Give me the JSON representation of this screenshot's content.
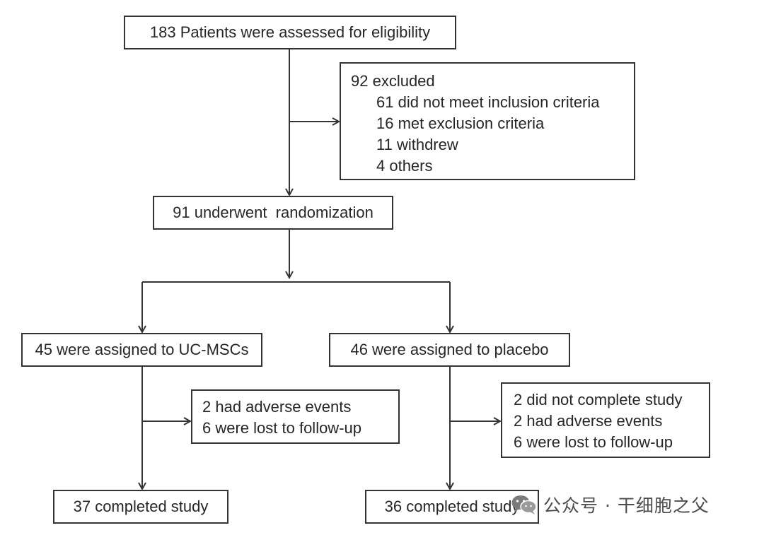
{
  "flowchart": {
    "assessed": "183 Patients were assessed for eligibility",
    "excluded": {
      "title": "92 excluded",
      "reasons": [
        "61 did not meet inclusion criteria",
        "16 met exclusion criteria",
        "11 withdrew",
        "4 others"
      ]
    },
    "randomized": "91 underwent  randomization",
    "arm_ucmsc": {
      "assigned": "45 were assigned to UC-MSCs",
      "dropouts": [
        "2 had adverse events",
        "6 were lost to follow-up"
      ],
      "completed": "37 completed study"
    },
    "arm_placebo": {
      "assigned": "46 were assigned to placebo",
      "dropouts": [
        "2 did not complete study",
        "2 had adverse events",
        "6 were lost to follow-up"
      ],
      "completed": "36 completed study"
    }
  },
  "watermark": {
    "icon": "wechat-icon",
    "text": "公众号 · 干细胞之父"
  },
  "colors": {
    "line": "#333333",
    "text": "#262626",
    "background": "#ffffff"
  }
}
